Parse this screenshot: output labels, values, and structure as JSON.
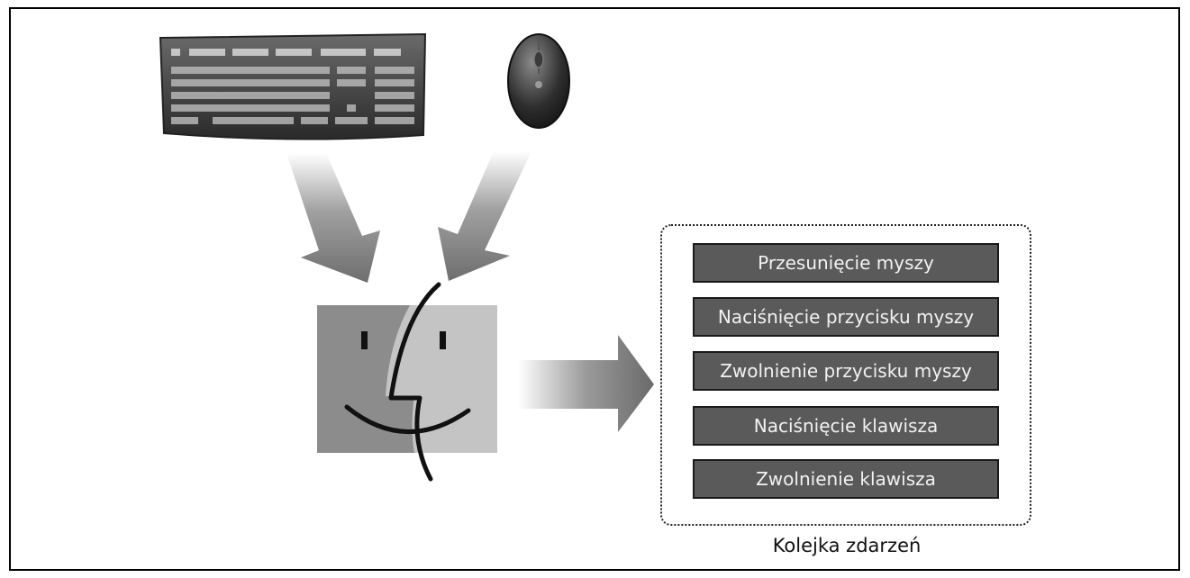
{
  "queue": {
    "caption": "Kolejka zdarzeń",
    "events": [
      "Przesunięcie myszy",
      "Naciśnięcie przycisku myszy",
      "Zwolnienie przycisku myszy",
      "Naciśnięcie klawisza",
      "Zwolnienie klawisza"
    ]
  },
  "icons": {
    "keyboard": "keyboard-icon",
    "mouse": "mouse-icon",
    "system": "finder-face-icon"
  },
  "colors": {
    "event_box_fill": "#5a5a5a",
    "event_box_text": "#f2f2f2",
    "arrow_fill": "#7a7a7a",
    "finder_dark": "#8c8c8c",
    "finder_light": "#c4c4c4"
  }
}
